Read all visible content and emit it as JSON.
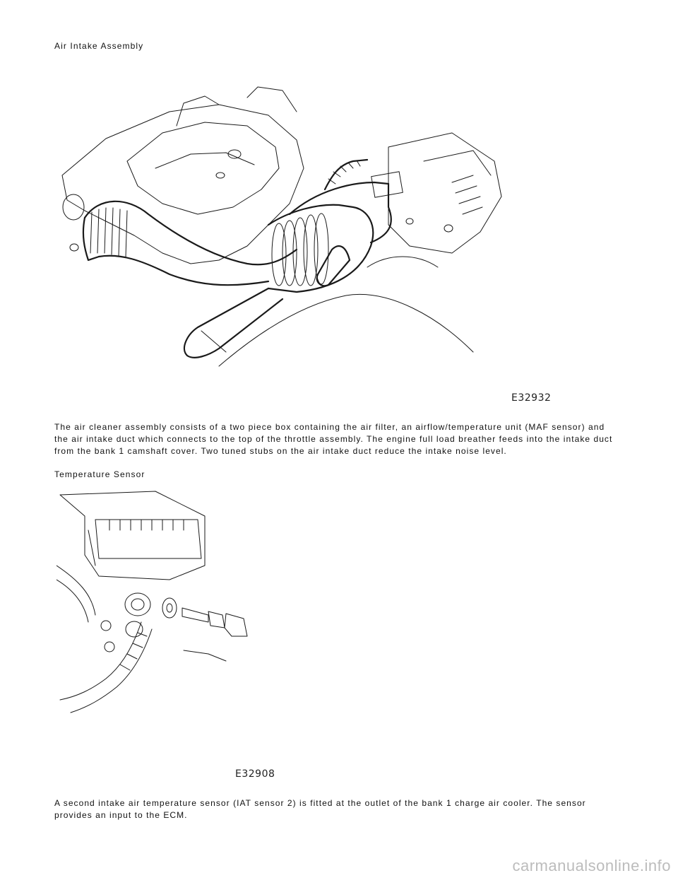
{
  "sections": [
    {
      "heading": "Air Intake Assembly",
      "figure_code": "E32932",
      "paragraph": "The air cleaner assembly consists of a two piece box containing the air filter, an airflow/temperature unit (MAF sensor) and the air intake duct which connects to the top of the throttle assembly. The engine full load breather feeds into the intake duct from the bank 1 camshaft cover. Two tuned stubs on the air intake duct reduce the intake noise level."
    },
    {
      "heading": "Temperature Sensor",
      "figure_code": "E32908",
      "paragraph": "A second intake air temperature sensor (IAT sensor 2) is fitted at the outlet of the bank 1 charge air cooler. The sensor provides an input to the ECM."
    }
  ],
  "watermark": "carmanualsonline.info"
}
